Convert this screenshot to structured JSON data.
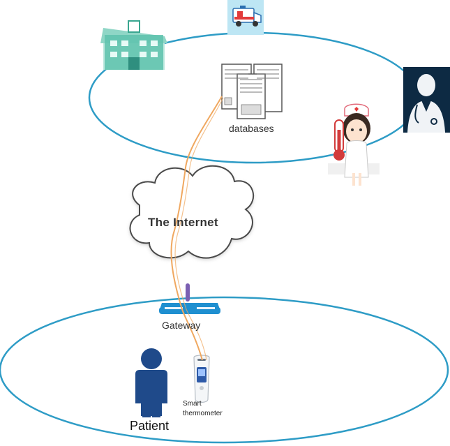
{
  "labels": {
    "databases": "databases",
    "internet": "The Internet",
    "gateway": "Gateway",
    "smart_line1": "Smart",
    "smart_line2": "thermometer",
    "patient": "Patient"
  },
  "icons": {
    "hospital": "hospital-icon",
    "ambulance": "ambulance-icon",
    "doctor": "doctor-icon",
    "nurse": "nurse-thermometer-icon",
    "servers": "database-servers-icon",
    "cloud": "cloud-icon",
    "gateway": "router-icon",
    "thermometer": "smart-thermometer-icon",
    "patient": "person-icon"
  },
  "colors": {
    "ellipse": "#2e9cc6",
    "link": "#f0a860",
    "person": "#1f4a8a",
    "gateway": "#1f8fd0"
  }
}
